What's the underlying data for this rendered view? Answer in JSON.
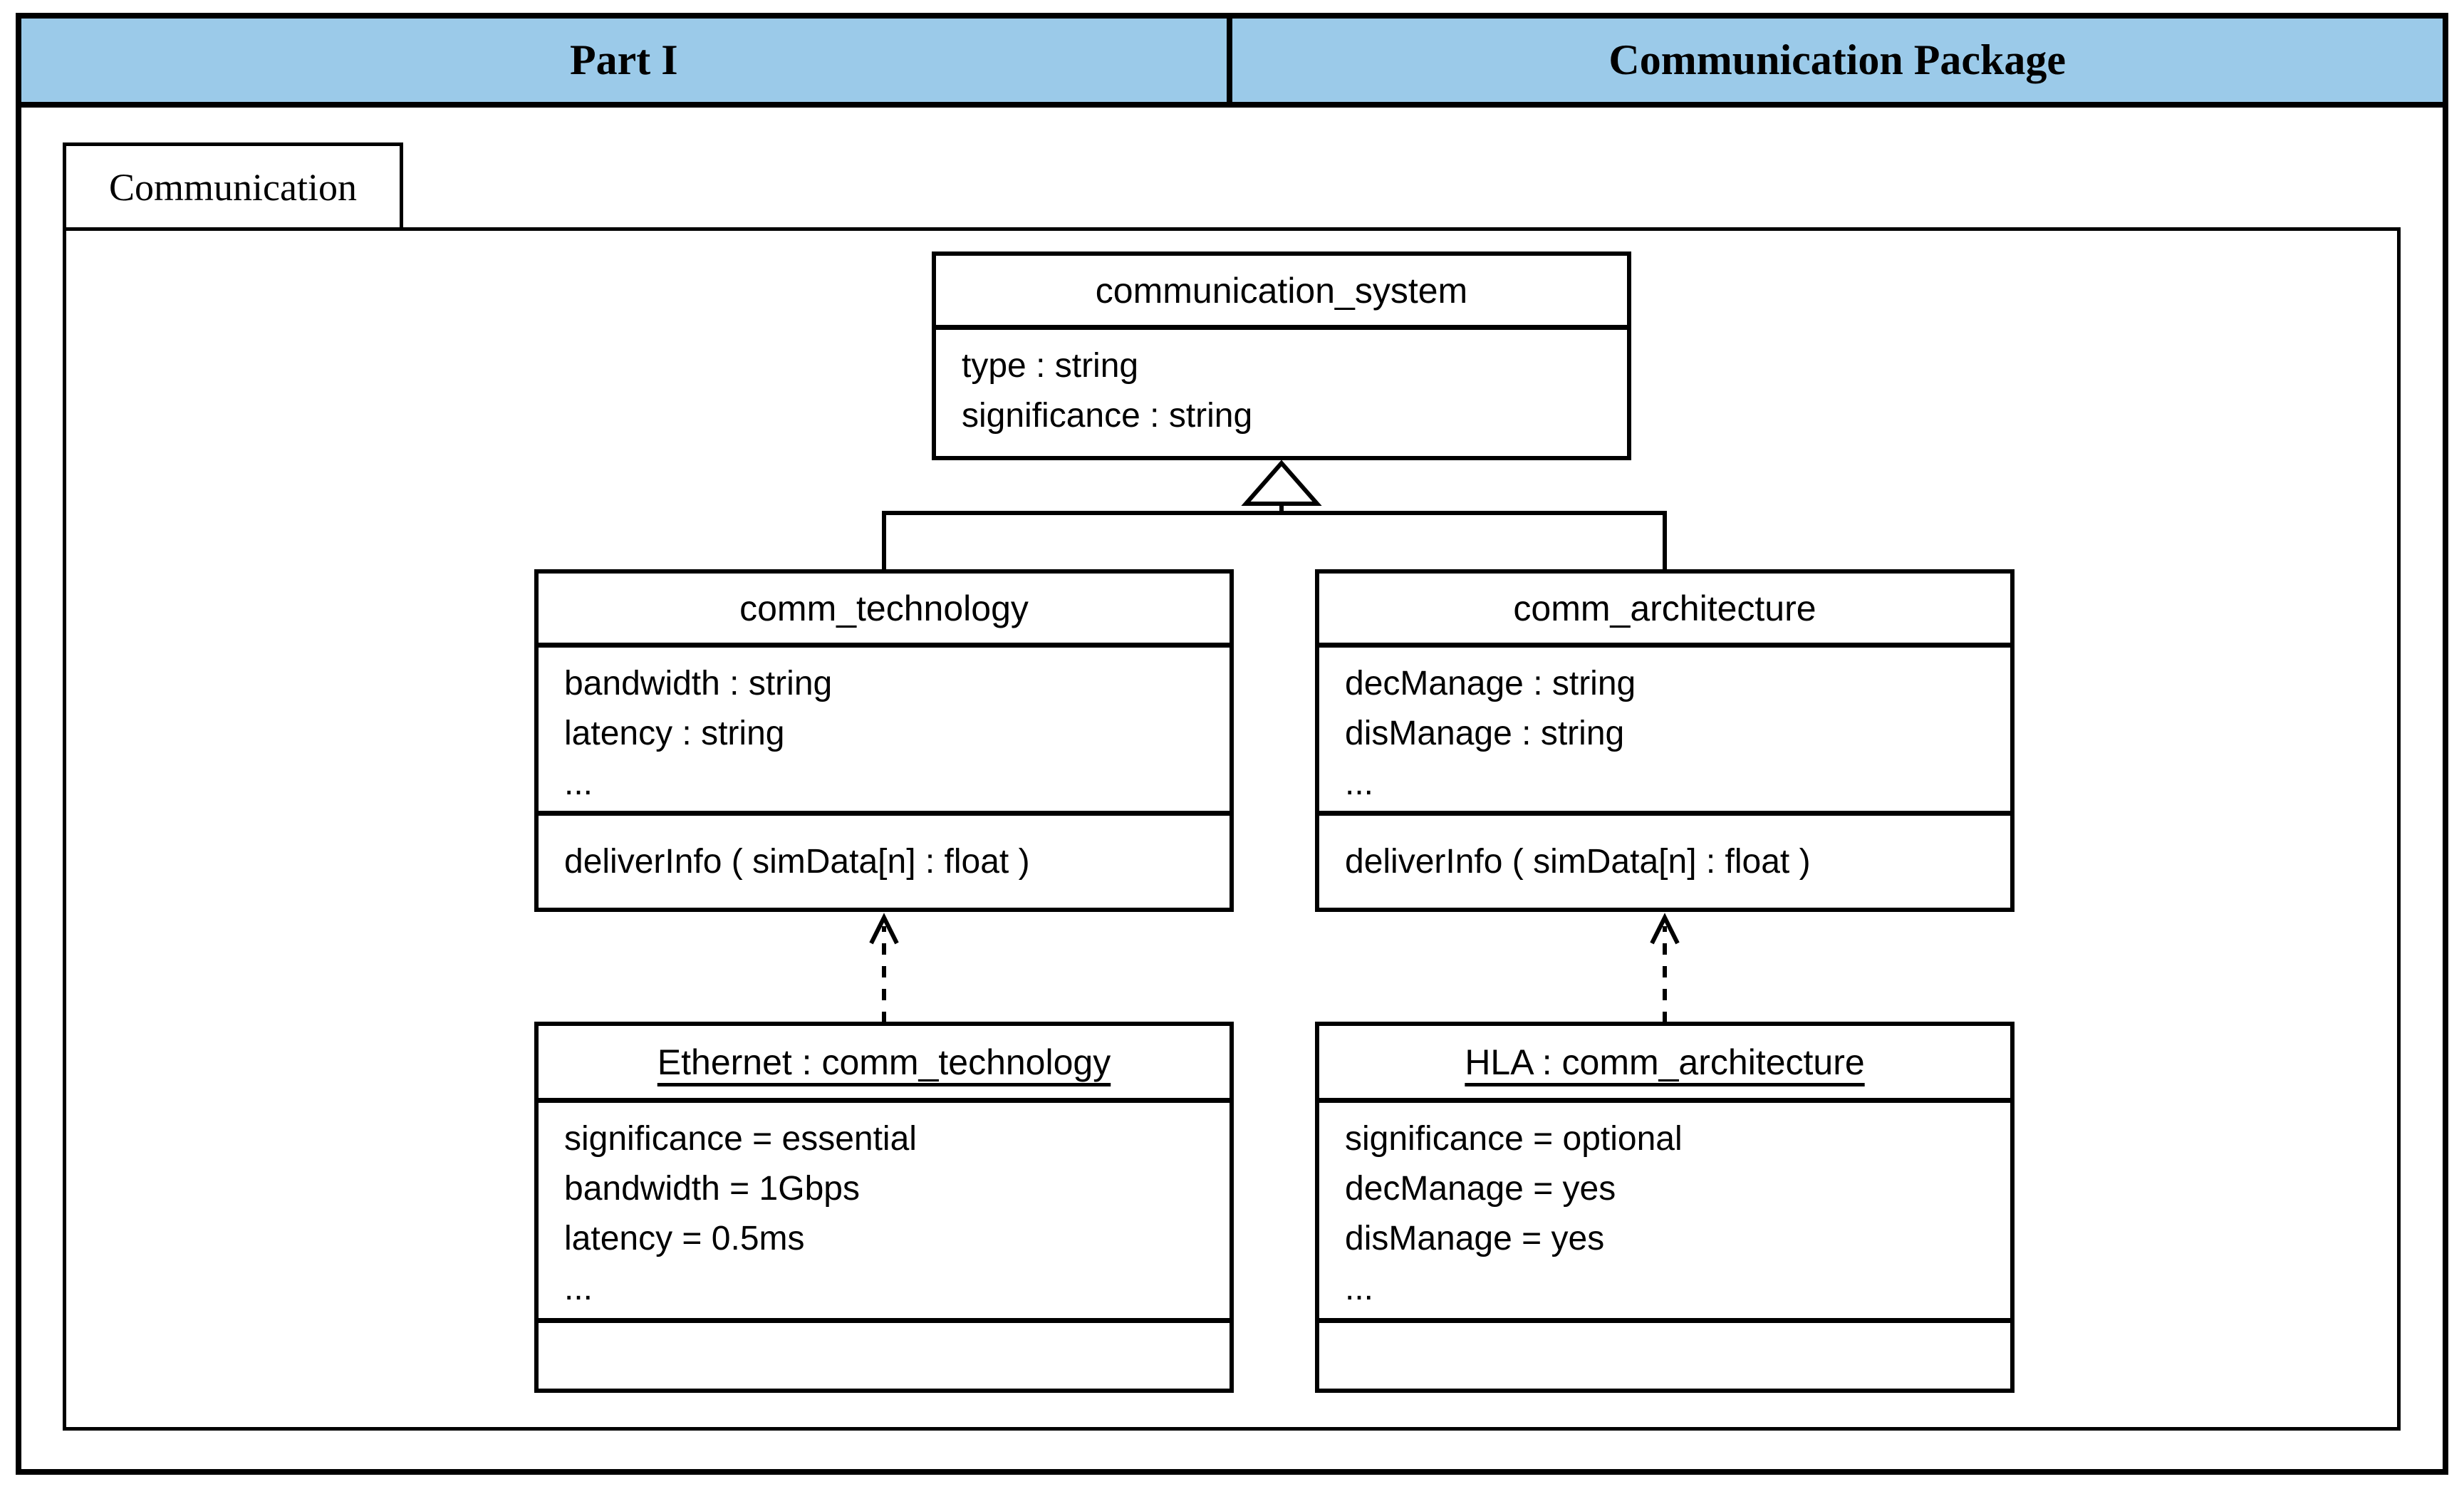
{
  "header": {
    "left_title": "Part I",
    "right_title": "Communication Package",
    "bg_color": "#9BCAE9",
    "border_color": "#000000"
  },
  "package": {
    "tab_label": "Communication"
  },
  "classes": {
    "communication_system": {
      "title": "communication_system",
      "attributes": [
        "type : string",
        "significance : string"
      ]
    },
    "comm_technology": {
      "title": "comm_technology",
      "attributes": [
        "bandwidth : string",
        "latency : string",
        "..."
      ],
      "operations": [
        "deliverInfo ( simData[n] : float )"
      ]
    },
    "comm_architecture": {
      "title": "comm_architecture",
      "attributes": [
        "decManage : string",
        "disManage : string",
        "..."
      ],
      "operations": [
        "deliverInfo ( simData[n] : float )"
      ]
    }
  },
  "instances": {
    "ethernet": {
      "title": "Ethernet : comm_technology",
      "slots": [
        "significance = essential",
        "bandwidth = 1Gbps",
        "latency = 0.5ms",
        "..."
      ]
    },
    "hla": {
      "title": "HLA : comm_architecture",
      "slots": [
        "significance = optional",
        "decManage = yes",
        "disManage = yes",
        "..."
      ]
    }
  },
  "relations": {
    "generalization": "hollow-triangle to communication_system",
    "instance_of": "dashed open arrow to class"
  }
}
